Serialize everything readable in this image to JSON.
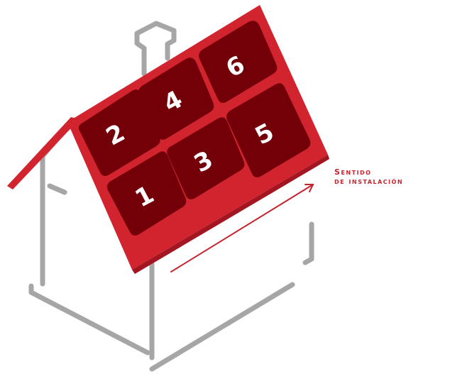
{
  "diagram": {
    "colors": {
      "outline": "#a6a6a6",
      "roof": "#d2242f",
      "panel": "#730008",
      "panel_gap": "#c01a25",
      "arrow": "#c3242d"
    },
    "panels": [
      {
        "label": "1"
      },
      {
        "label": "2"
      },
      {
        "label": "3"
      },
      {
        "label": "4"
      },
      {
        "label": "5"
      },
      {
        "label": "6"
      }
    ],
    "legend": {
      "line1": "Sentido",
      "line2": "de instalación"
    }
  }
}
